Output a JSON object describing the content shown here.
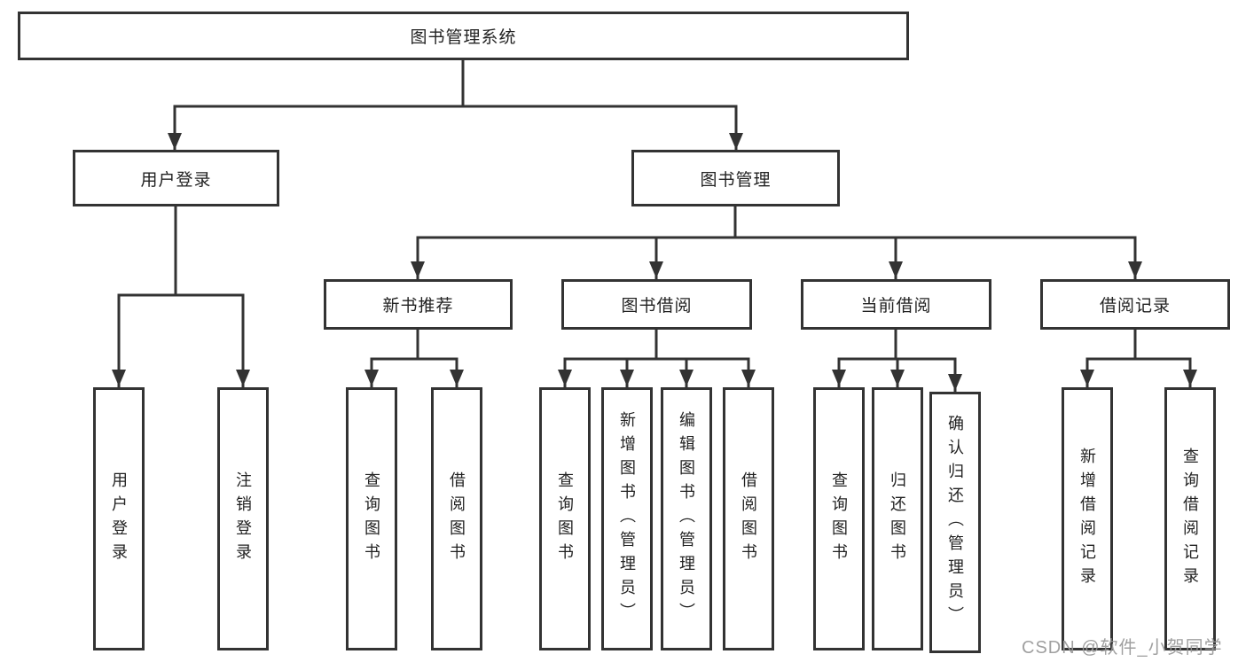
{
  "colors": {
    "line": "#333333",
    "box_border": "#333333",
    "box_background": "#ffffff",
    "text": "#222222",
    "watermark": "#989898"
  },
  "watermark": {
    "text": "CSDN @软件_小贺同学"
  },
  "tree": {
    "root": {
      "label": "图书管理系统"
    },
    "level2": [
      {
        "label": "用户登录"
      },
      {
        "label": "图书管理"
      }
    ],
    "level3": [
      {
        "label": "新书推荐"
      },
      {
        "label": "图书借阅"
      },
      {
        "label": "当前借阅"
      },
      {
        "label": "借阅记录"
      }
    ],
    "leaves": {
      "user_login": [
        {
          "label": "用户登录"
        },
        {
          "label": "注销登录"
        }
      ],
      "new_book": [
        {
          "label": "查询图书"
        },
        {
          "label": "借阅图书"
        }
      ],
      "book_borrow": [
        {
          "label": "查询图书"
        },
        {
          "label": "新增图书（管理员）"
        },
        {
          "label": "编辑图书（管理员）"
        },
        {
          "label": "借阅图书"
        }
      ],
      "current_borrow": [
        {
          "label": "查询图书"
        },
        {
          "label": "归还图书"
        },
        {
          "label": "确认归还（管理员）"
        }
      ],
      "borrow_record": [
        {
          "label": "新增借阅记录"
        },
        {
          "label": "查询借阅记录"
        }
      ]
    }
  }
}
